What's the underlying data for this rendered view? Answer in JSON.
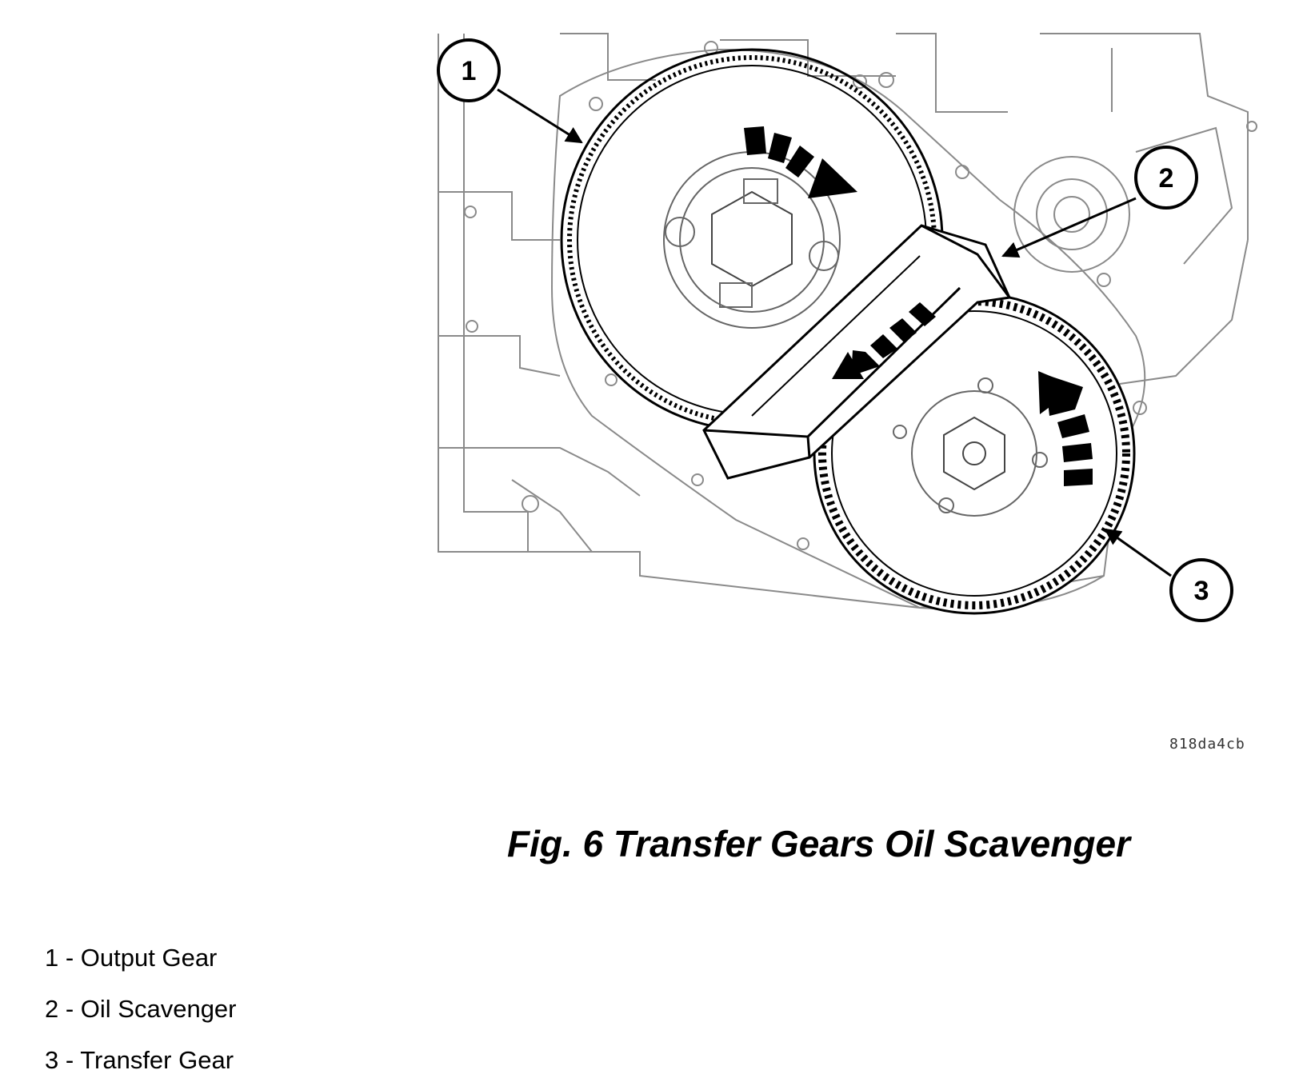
{
  "figure": {
    "image_code": "818da4cb",
    "caption": "Fig. 6 Transfer Gears Oil Scavenger",
    "callouts": [
      {
        "number": "1",
        "target": "output-gear"
      },
      {
        "number": "2",
        "target": "oil-scavenger"
      },
      {
        "number": "3",
        "target": "transfer-gear"
      }
    ]
  },
  "legend": {
    "items": [
      {
        "text": "1 - Output Gear"
      },
      {
        "text": "2 - Oil Scavenger"
      },
      {
        "text": "3 - Transfer Gear"
      }
    ]
  },
  "colors": {
    "line": "#000000",
    "housing_line": "#8a8a8a",
    "background": "#ffffff"
  }
}
